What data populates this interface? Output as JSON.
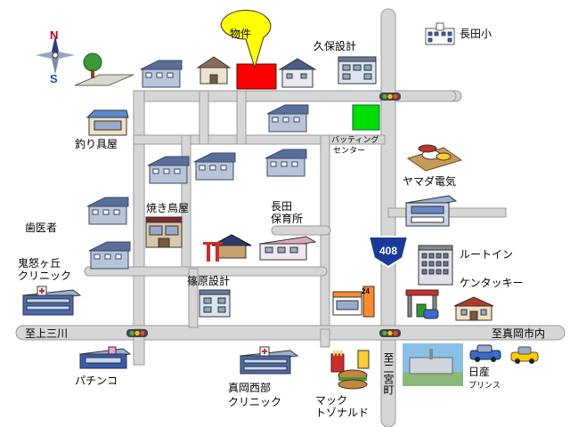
{
  "map": {
    "property_label": "物件",
    "compass": {
      "north": "N",
      "south": "S"
    },
    "route_sign": "408",
    "convenience_sign": "24",
    "landmarks": {
      "kubo_sekkei": "久保設計",
      "nagata_sho": "長田小",
      "tsurigu_ya": "釣り具屋",
      "batting_center_1": "バッティング",
      "batting_center_2": "センター",
      "yamada_denki": "ヤマダ電気",
      "yakitori_ya": "焼き鳥屋",
      "nagata_hoikusho_1": "長田",
      "nagata_hoikusho_2": "保育所",
      "haisha": "歯医者",
      "route_inn": "ルートイン",
      "kinugaoka_1": "鬼怒ヶ丘",
      "kinugaoka_2": "クリニック",
      "kentucky": "ケンタッキー",
      "shinohara_sekkei": "篠原設計",
      "pachinko": "パチンコ",
      "moka_nishibu_1": "真岡西部",
      "moka_nishibu_2": "クリニック",
      "mac_1": "マック",
      "mac_2": "トゾナルド",
      "nissan_1": "日産",
      "nissan_2": "プリンス"
    },
    "directions": {
      "to_kaminokawa": "至上三川",
      "to_moka": "至真岡市内",
      "to_ninomiya": "至二宮町"
    },
    "colors": {
      "property": "#ff0000",
      "batting_center": "#00dd00",
      "callout": "#ffff00",
      "road": "#d6d6d6"
    }
  }
}
